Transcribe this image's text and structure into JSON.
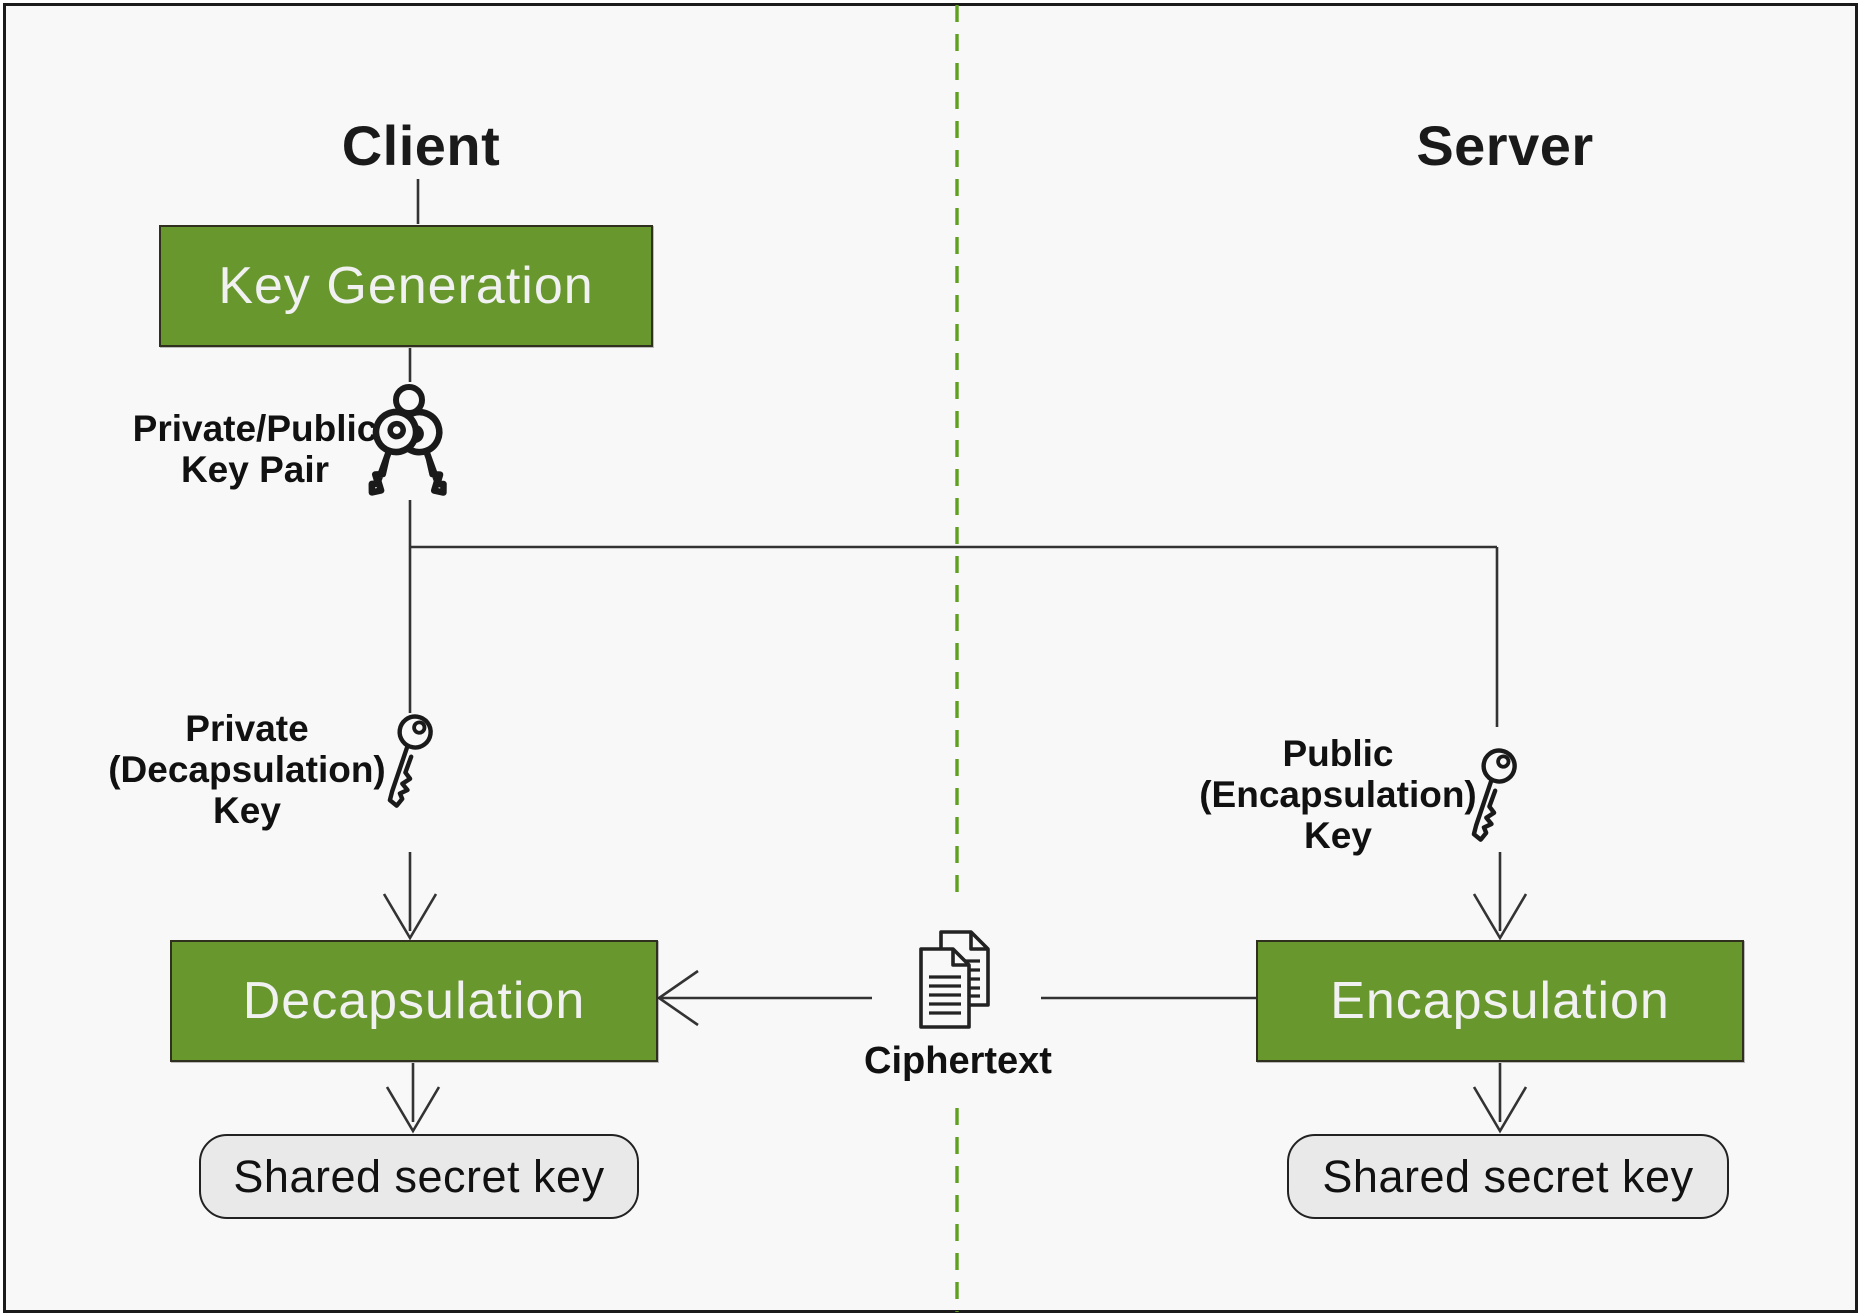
{
  "titles": {
    "client": "Client",
    "server": "Server"
  },
  "boxes": {
    "key_generation": "Key Generation",
    "decapsulation": "Decapsulation",
    "encapsulation": "Encapsulation",
    "shared_secret_client": "Shared secret key",
    "shared_secret_server": "Shared secret key"
  },
  "labels": {
    "keypair": [
      "Private/Public",
      "Key Pair"
    ],
    "private_key": [
      "Private",
      "(Decapsulation)",
      "Key"
    ],
    "public_key": [
      "Public",
      "(Encapsulation)",
      "Key"
    ],
    "ciphertext": "Ciphertext"
  },
  "icons": {
    "keypair": "key-pair-icon",
    "private_key": "private-key-icon",
    "public_key": "public-key-icon",
    "ciphertext": "ciphertext-documents-icon"
  },
  "colors": {
    "process_box_green": "#67972d",
    "divider_green": "#5fa01e",
    "shared_box_fill": "#e9e9e9",
    "connector": "#333333",
    "frame": "#1b1b1b",
    "background": "#f8f8f8",
    "process_text": "#f1f1f1",
    "text": "#1a1a1a"
  }
}
